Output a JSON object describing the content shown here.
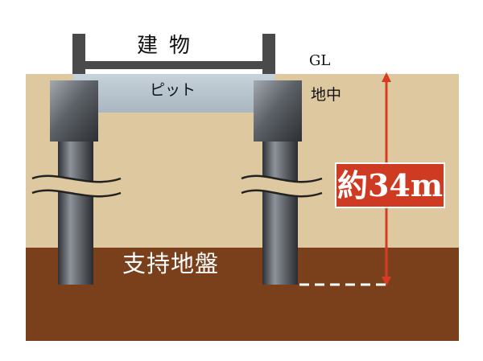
{
  "labels": {
    "building": "建物",
    "pit": "ピット",
    "gl": "GL",
    "underground": "地中",
    "bearing_layer": "支持地盤",
    "depth": "約34m"
  },
  "colors": {
    "soil": "#ddc8a0",
    "bearing_layer": "#7a401c",
    "pit": "#b9c6cf",
    "pile": "#4a4e55",
    "arrow": "#d93b22",
    "frame": "#4a4a4a"
  }
}
